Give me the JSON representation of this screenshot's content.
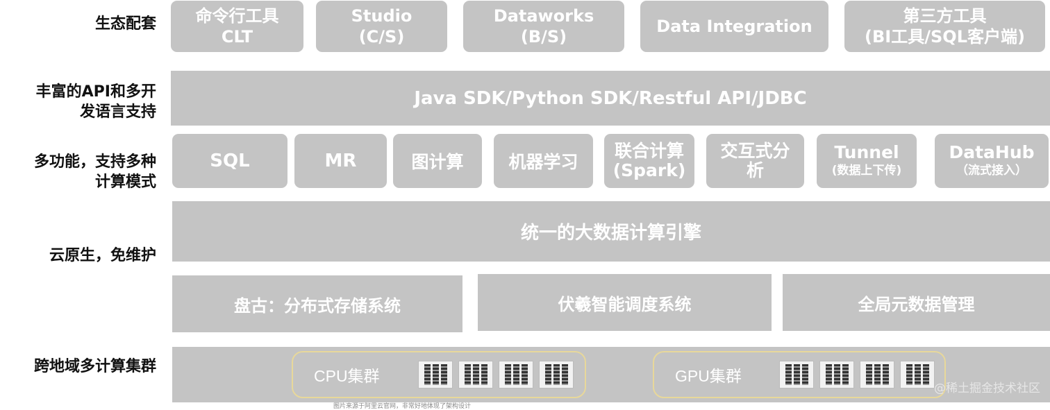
{
  "row_labels": {
    "ecosystem": [
      "生态配套"
    ],
    "api": [
      "丰富的API和多开",
      "发语言支持"
    ],
    "compute": [
      "多功能，支持多种",
      "计算模式"
    ],
    "cloud": [
      "云原生，免维护"
    ],
    "cluster": [
      "跨地域多计算集群"
    ]
  },
  "tools": [
    {
      "line1": "命令行工具",
      "line2": "CLT"
    },
    {
      "line1": "Studio",
      "line2": "(C/S)"
    },
    {
      "line1": "Dataworks",
      "line2": "(B/S)"
    },
    {
      "line1": "Data Integration",
      "line2": ""
    },
    {
      "line1": "第三方工具",
      "line2": "(BI工具/SQL客户端)"
    }
  ],
  "api_bar": "Java SDK/Python SDK/Restful API/JDBC",
  "compute_modes": [
    {
      "line1": "SQL",
      "line2": ""
    },
    {
      "line1": "MR",
      "line2": ""
    },
    {
      "line1": "图计算",
      "line2": ""
    },
    {
      "line1": "机器学习",
      "line2": ""
    },
    {
      "line1": "联合计算",
      "line2": "(Spark)"
    },
    {
      "line1": "交互式分",
      "line2": "析"
    },
    {
      "line1": "Tunnel",
      "line2": "(数据上下传)"
    },
    {
      "line1": "DataHub",
      "line2": "（流式接入）"
    }
  ],
  "engine": "统一的大数据计算引擎",
  "services": [
    "盘古：分布式存储系统",
    "伏羲智能调度系统",
    "全局元数据管理"
  ],
  "clusters": [
    {
      "label": "CPU集群",
      "icon": "server-rack-icon"
    },
    {
      "label": "GPU集群",
      "icon": "server-rack-icon"
    }
  ],
  "watermark": "@稀土掘金技术社区",
  "caption": "图片来源于阿里云官网，非常好地体现了架构设计"
}
